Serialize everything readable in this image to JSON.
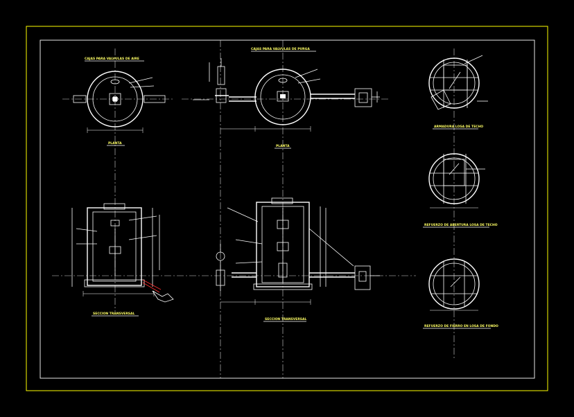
{
  "colors": {
    "background": "#000000",
    "outer_frame": "#ffff00",
    "inner_frame": "#ffffff",
    "linework": "#ffffff",
    "titles": "#ffff66",
    "accent": "#ff3030"
  },
  "drawing": {
    "title_left": "CAJAS PARA VALVULAS DE AIRE",
    "title_center": "CAJAS PARA VALVULAS DE PURGA",
    "views": {
      "plan_left": "PLANTA",
      "plan_center": "PLANTA",
      "section_left": "SECCION TRANSVERSAL",
      "section_center": "SECCION TRANSVERSAL",
      "detail_top": "ARMADURA LOSA DE TECHO",
      "detail_mid": "REFUERZO DE ABERTURA LOSA DE TECHO",
      "detail_bottom": "REFUERZO DE FIERRO EN LOSA DE FONDO"
    }
  }
}
